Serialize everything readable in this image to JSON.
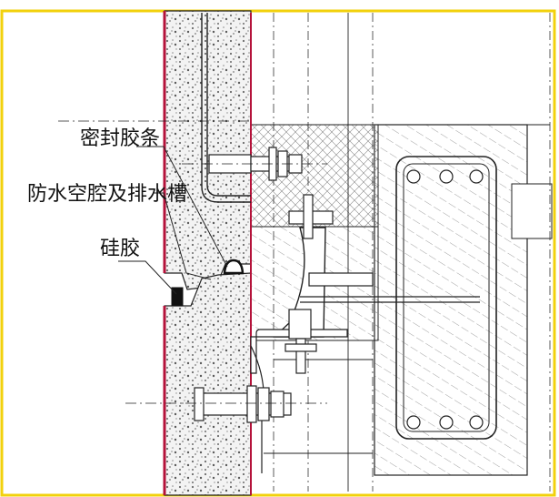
{
  "labels": {
    "sealing_strip": "密封胶条",
    "waterproof_cavity": "防水空腔及排水槽",
    "silicone": "硅胶"
  },
  "colors": {
    "frame": "#f2d10c",
    "panel_edge": "#b4123a",
    "line": "#222222",
    "hatch": "#7a7a7a",
    "fill": "#ffffff"
  }
}
